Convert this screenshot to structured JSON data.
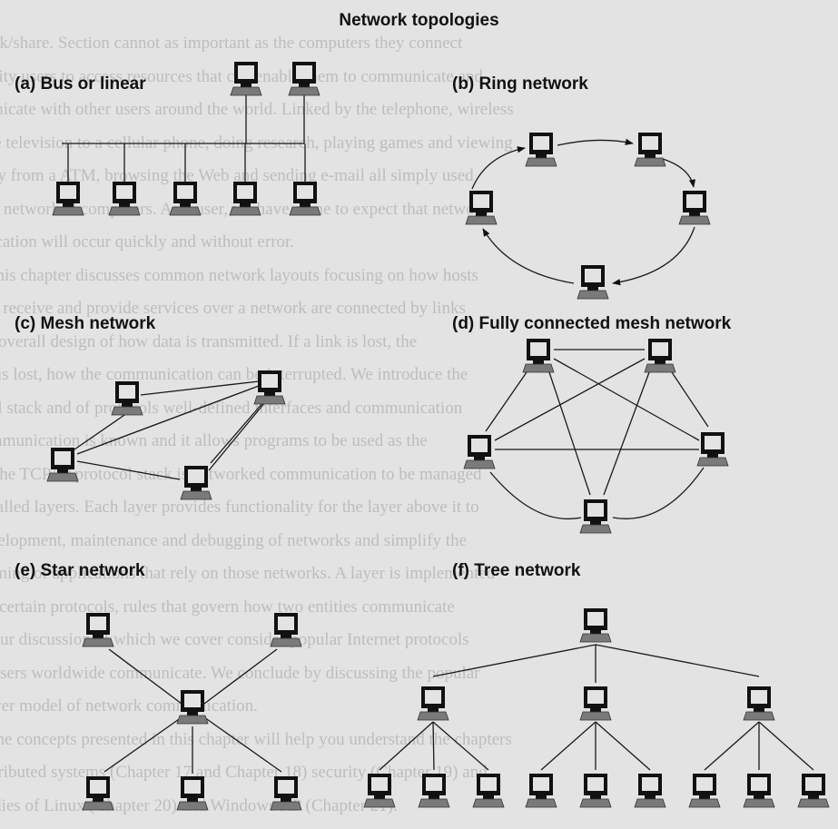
{
  "title": "Network topologies",
  "panels": [
    {
      "id": "bus",
      "label": "(a) Bus or linear"
    },
    {
      "id": "ring",
      "label": "(b) Ring network"
    },
    {
      "id": "mesh",
      "label": "(c) Mesh network"
    },
    {
      "id": "full-mesh",
      "label": "(d) Fully connected mesh network"
    },
    {
      "id": "star",
      "label": "(e) Star network"
    },
    {
      "id": "tree",
      "label": "(f) Tree network"
    }
  ],
  "background_text": [
    "work/share. Section cannot as important as the computers they connect",
    "ability users to access resources that can enable them to communicate and",
    "municate with other users around the world. Linked by the telephone, wireless",
    "able television to a cellular phone, doing research, playing games and viewing",
    "oney from a ATM, browsing the Web and sending e-mail all simply used",
    "e of networked computers. As a user, we have come to expect that network",
    "unication will occur quickly and without error.",
    "   This chapter discusses common network layouts focusing on how hosts",
    "that receive and provide services over a network are connected by links",
    "the overall design of how data is transmitted. If a link is lost, the",
    "ers is lost, how the communication can be interrupted. We introduce the",
    "ocol stack and of protocols well-defined interfaces and communication",
    "communication is known and it allows programs to be used as the",
    "e. The TCP/IP protocol stack is networked communication to be managed",
    "is called layers. Each layer provides functionality for the layer above it to",
    "development, maintenance and debugging of networks and simplify the",
    "amming of applications that rely on those networks. A layer is implemented",
    "ing certain protocols, rules that govern how two entities communicate",
    "In our discussion of which we cover consider popular Internet protocols",
    "of users worldwide communicate. We conclude by discussing the popular",
    "server model of network communication.",
    "   The concepts presented in this chapter will help you understand the chapters",
    "distributed systems (Chapter 17 and Chapter 18) security (Chapter 19) and",
    "studies of Linux (Chapter 20) and Windows XP (Chapter 21)."
  ],
  "colors": {
    "computer": "#111111",
    "stand": "#7a7a7a",
    "line": "#1a1a1a",
    "paper": "#e3e3e3"
  }
}
